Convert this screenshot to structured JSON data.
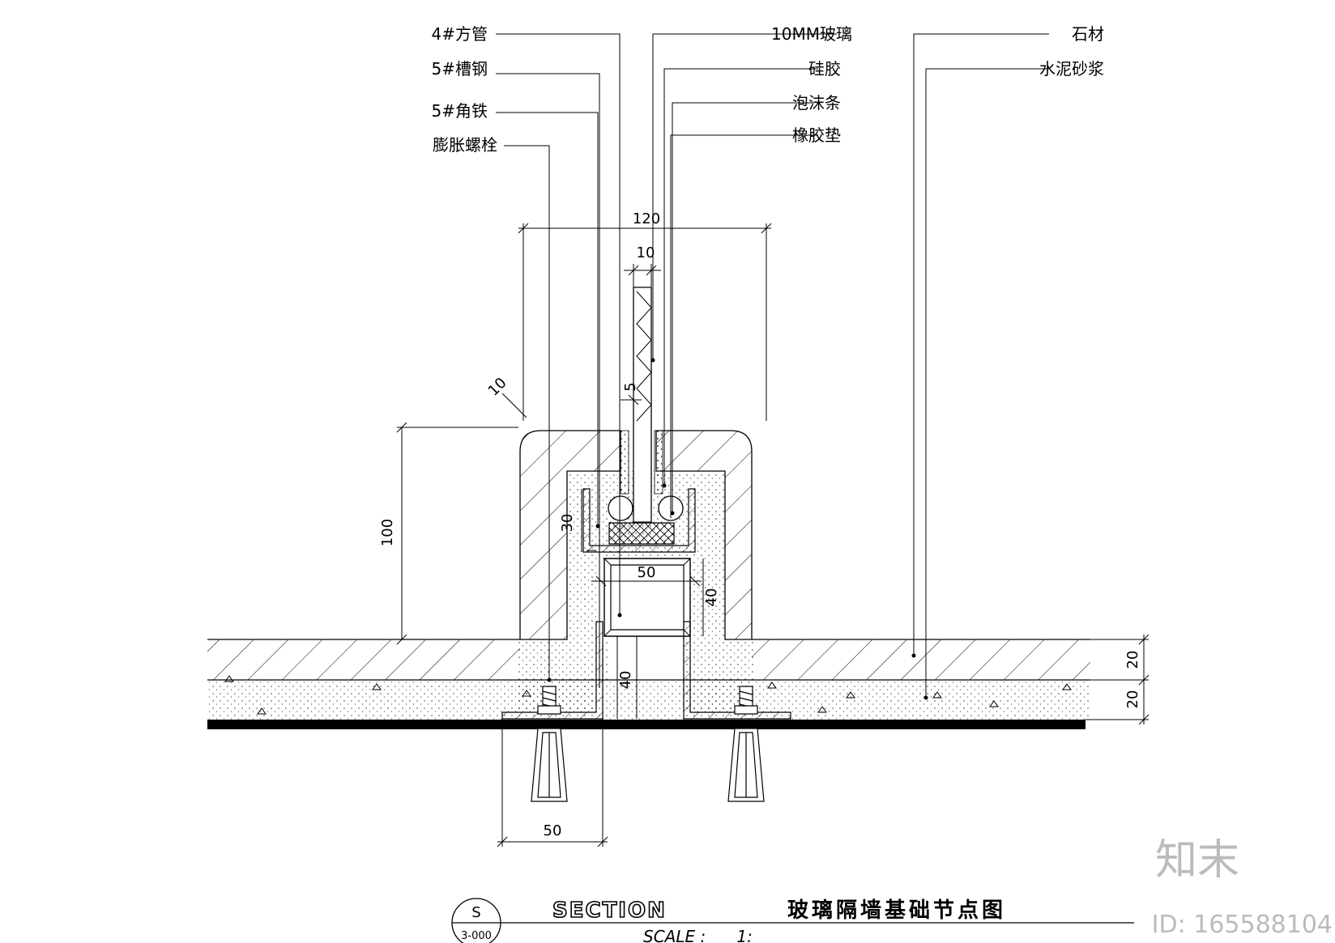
{
  "labels": {
    "square_tube": "4#方管",
    "channel_steel": "5#槽钢",
    "angle_iron": "5#角铁",
    "expansion_bolt": "膨胀螺栓",
    "glass": "10MM玻璃",
    "silicone": "硅胶",
    "foam_strip": "泡沫条",
    "rubber_pad": "橡胶垫",
    "stone": "石材",
    "cement_mortar": "水泥砂浆"
  },
  "dimensions": {
    "d120": "120",
    "d10_top": "10",
    "d10_side": "10",
    "d5": "5",
    "d100": "100",
    "d30": "30",
    "d50_tube": "50",
    "d40_tube": "40",
    "d40_lower": "40",
    "d50_bottom": "50",
    "d20_upper": "20",
    "d20_lower": "20"
  },
  "title_block": {
    "symbol_top": "S",
    "symbol_bottom": "3-000",
    "title_en": "SECTION",
    "title_cn": "玻璃隔墙基础节点图",
    "scale": "SCALE :      1:"
  },
  "watermark": {
    "brand": "知末",
    "id": "ID: 165588104"
  }
}
